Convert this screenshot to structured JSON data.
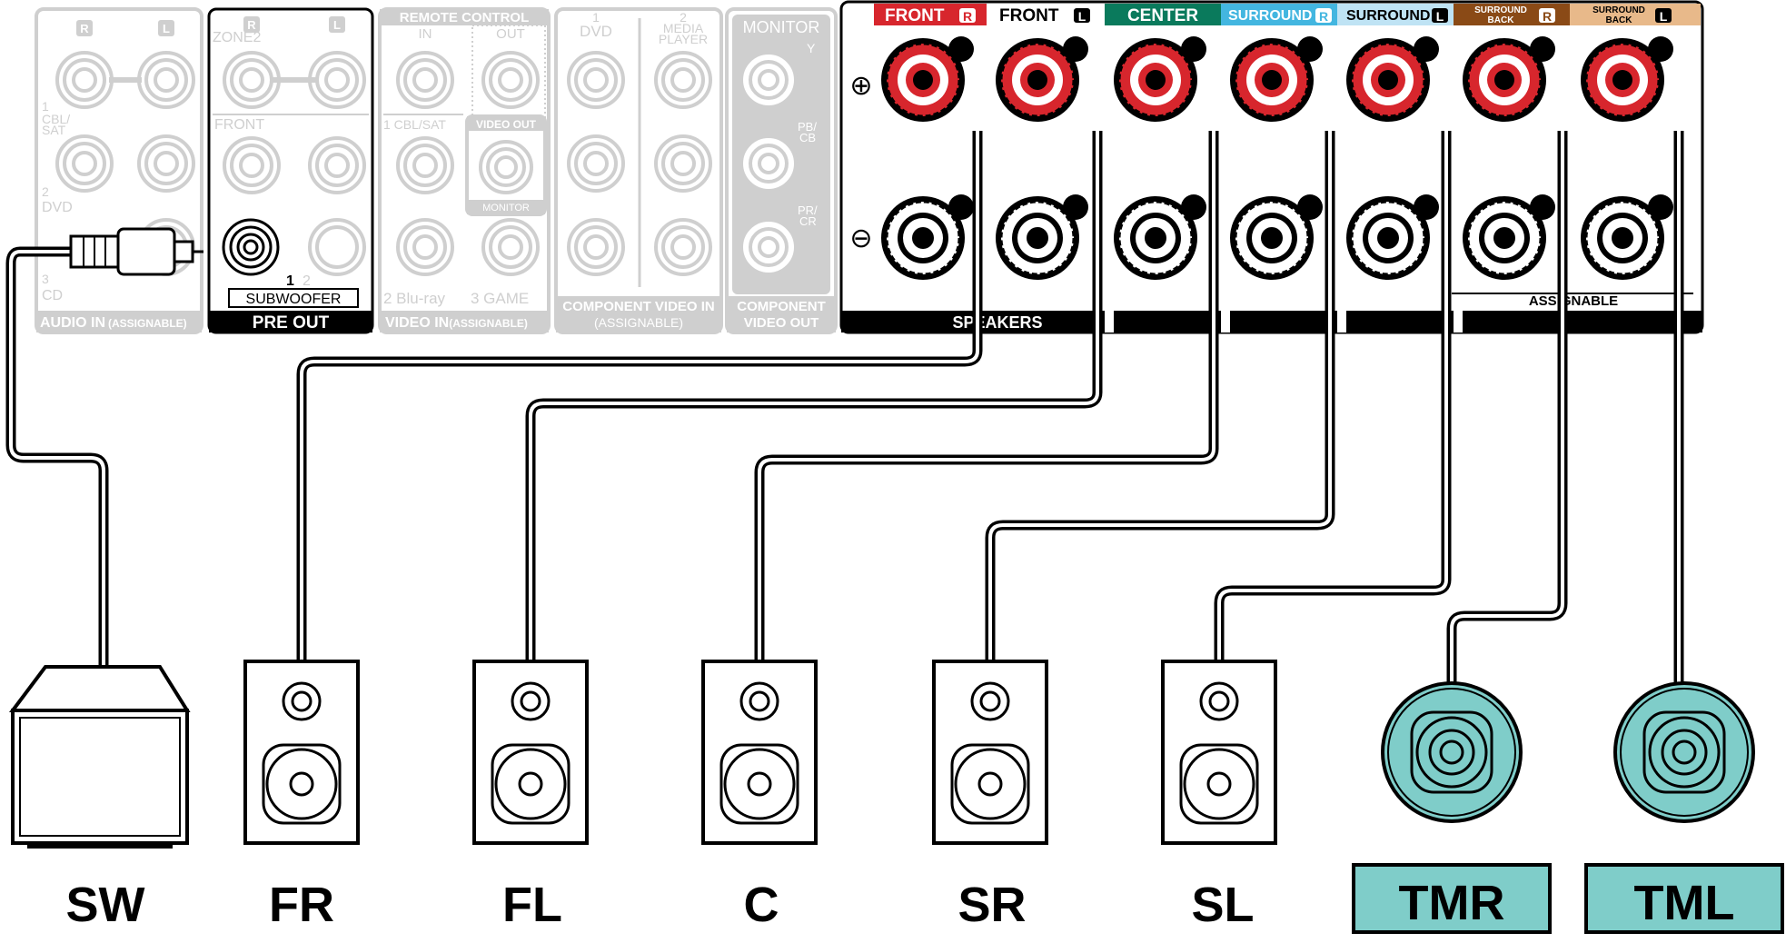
{
  "panel": {
    "audio_in": {
      "ch_r": "R",
      "ch_l": "L",
      "inputs": [
        "1",
        "CBL/",
        "SAT",
        "2",
        "DVD",
        "3",
        "CD"
      ],
      "footer_main": "AUDIO IN",
      "footer_sub": "(ASSIGNABLE)"
    },
    "pre_out": {
      "ch_r": "R",
      "ch_l": "L",
      "zone": "ZONE2",
      "front": "FRONT",
      "subwoofer": "SUBWOOFER",
      "sub_num_1": "1",
      "sub_num_2": "2",
      "footer": "PRE OUT"
    },
    "video_in": {
      "remote_control": "REMOTE CONTROL",
      "rc_in": "IN",
      "rc_out": "OUT",
      "cbl_sat": "1 CBL/SAT",
      "video_out": "VIDEO OUT",
      "monitor": "MONITOR",
      "bluray": "2 Blu-ray",
      "game": "3 GAME",
      "footer_main": "VIDEO IN",
      "footer_sub": "(ASSIGNABLE)"
    },
    "component_in": {
      "dvd_num": "1",
      "dvd": "DVD",
      "media_num": "2",
      "media_1": "MEDIA",
      "media_2": "PLAYER",
      "footer_1": "COMPONENT VIDEO IN",
      "footer_2": "(ASSIGNABLE)"
    },
    "component_out": {
      "monitor": "MONITOR",
      "y": "Y",
      "pb": "PB/",
      "cb": "CB",
      "pr": "PR/",
      "cr": "CR",
      "footer_1": "COMPONENT",
      "footer_2": "VIDEO OUT"
    },
    "speakers": {
      "plus": "⊕",
      "minus": "⊖",
      "footer": "SPEAKERS",
      "assignable": "ASSIGNABLE",
      "channels": [
        {
          "label": "FRONT",
          "line2": "",
          "side": "R",
          "color": "#d7262d"
        },
        {
          "label": "FRONT",
          "line2": "",
          "side": "L",
          "color": "#ffffff"
        },
        {
          "label": "CENTER",
          "line2": "",
          "side": "",
          "color": "#0a7a5c"
        },
        {
          "label": "SURROUND",
          "line2": "",
          "side": "R",
          "color": "#43b6e0"
        },
        {
          "label": "SURROUND",
          "line2": "",
          "side": "L",
          "color": "#bfe3f4"
        },
        {
          "label": "SURROUND",
          "line2": "BACK",
          "side": "R",
          "color": "#8a4a16"
        },
        {
          "label": "SURROUND",
          "line2": "BACK",
          "side": "L",
          "color": "#e8b98a"
        }
      ]
    }
  },
  "speaker_labels": [
    "SW",
    "FR",
    "FL",
    "C",
    "SR",
    "SL",
    "TMR",
    "TML"
  ],
  "colors": {
    "terminal_red": "#d7262d",
    "speaker_teal": "#7fcdc9",
    "label_teal": "#7fcdc9",
    "panel_gray": "#cfcfcf"
  }
}
